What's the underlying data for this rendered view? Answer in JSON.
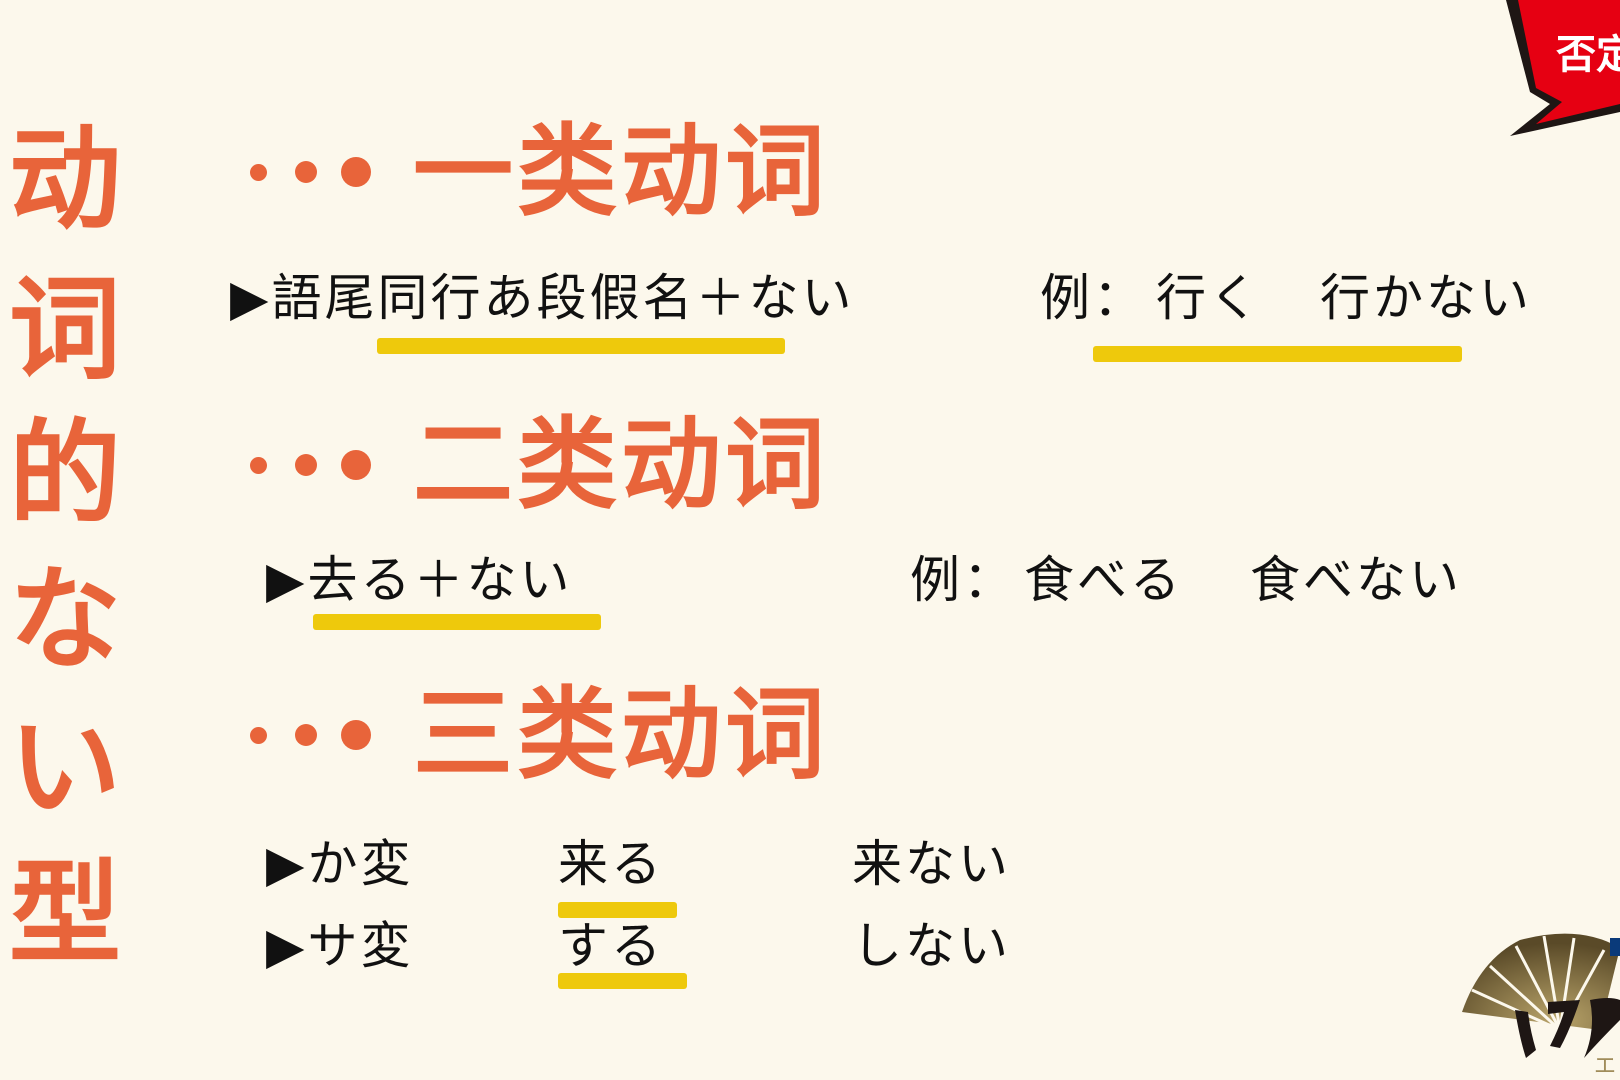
{
  "title_vertical": [
    "动",
    "词",
    "的",
    "な",
    "い",
    "型"
  ],
  "badge": {
    "text": "否定",
    "color": "#e60012"
  },
  "accent_color": "#e8643a",
  "highlight_color": "#edc600",
  "sections": [
    {
      "heading": "一类动词",
      "rule": "▶語尾同行あ段假名＋ない",
      "example_label": "例：",
      "example_base": "行く",
      "example_neg": "行かない"
    },
    {
      "heading": "二类动词",
      "rule": "▶去る＋ない",
      "example_label": "例：",
      "example_base": "食べる",
      "example_neg": "食べない"
    },
    {
      "heading": "三类动词",
      "rows": [
        {
          "type": "▶か変",
          "base": "来る",
          "neg": "来ない"
        },
        {
          "type": "▶サ変",
          "base": "する",
          "neg": "しない"
        }
      ]
    }
  ],
  "logo": {
    "icon": "fan-logo-icon",
    "text": "江户",
    "sub": "エ"
  }
}
